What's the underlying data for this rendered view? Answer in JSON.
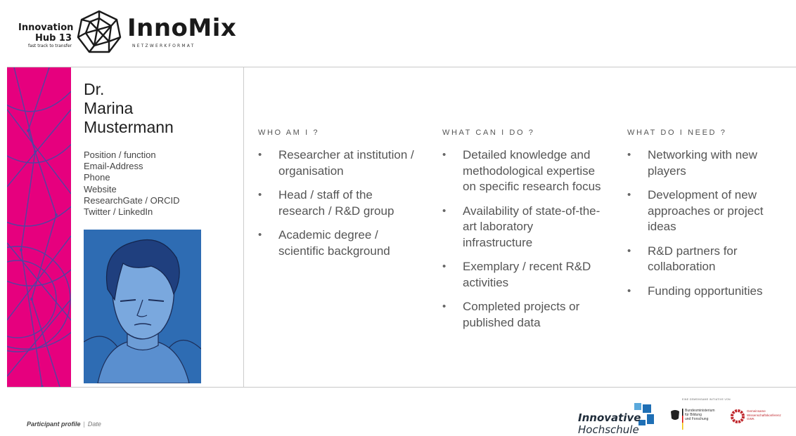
{
  "header": {
    "hub_logo": {
      "line1": "Innovation",
      "line2": "Hub 13",
      "tagline": "fast track to transfer"
    },
    "innomix": {
      "title": "InnoMix",
      "subtitle": "NETZWERKFORMAT",
      "icon": "geodesic-polyhedron-icon"
    }
  },
  "profile": {
    "name_lines": [
      "Dr.",
      "Marina",
      "Mustermann"
    ],
    "contact": [
      "Position / function",
      "Email-Address",
      "Phone",
      "Website",
      "ResearchGate  / ORCID",
      "Twitter / LinkedIn"
    ],
    "portrait": "sketched-person-portrait"
  },
  "columns": [
    {
      "heading": "WHO AM I ?",
      "items": [
        "Researcher at institution / organisation",
        "Head / staff of the research / R&D group",
        "Academic degree / scientific background"
      ]
    },
    {
      "heading": "WHAT CAN I DO ?",
      "items": [
        "Detailed knowledge and methodological expertise on specific research focus",
        "Availability of state-of-the-art laboratory infrastructure",
        "Exemplary / recent R&D activities",
        "Completed projects or published data"
      ]
    },
    {
      "heading": "WHAT DO I NEED ?",
      "items": [
        "Networking with new players",
        "Development of new approaches or project ideas",
        "R&D partners for collaboration",
        "Funding opportunities"
      ]
    }
  ],
  "footer": {
    "label": "Participant profile",
    "separator": "|",
    "date": "Date",
    "innovative_hochschule": {
      "line1": "Innovative",
      "line2": "Hochschule"
    },
    "initiative_tag": "EINE GEMEINSAME INITIATIVE VON",
    "bmbf": [
      "Bundesministerium",
      "für Bildung",
      "und Forschung"
    ],
    "gwk": [
      "Gemeinsame",
      "Wissenschaftskonferenz",
      "GWK"
    ]
  },
  "colors": {
    "accent_pink": "#e6007e",
    "portrait_blue": "#2f6fb5",
    "rule_gray": "#c8c8c8"
  }
}
